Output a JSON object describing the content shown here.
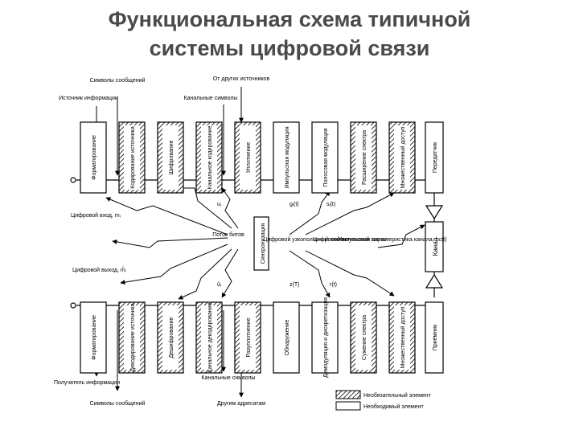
{
  "title": {
    "line1": "Функциональная схема типичной",
    "line2": "системы цифровой связи"
  },
  "transmitter_blocks": [
    {
      "label": "Форматирование",
      "optional": false
    },
    {
      "label": "Кодирование источника",
      "optional": true
    },
    {
      "label": "Шифрование",
      "optional": true
    },
    {
      "label": "Канальное кодирование",
      "optional": true
    },
    {
      "label": "Уплотнение",
      "optional": true
    },
    {
      "label": "Импульсная модуляция",
      "optional": false
    },
    {
      "label": "Полосовая модуляция",
      "optional": false
    },
    {
      "label": "Расширение спектра",
      "optional": true
    },
    {
      "label": "Множественный доступ",
      "optional": true
    },
    {
      "label": "Передатчик",
      "optional": false
    }
  ],
  "receiver_blocks": [
    {
      "label": "Форматирование",
      "optional": false
    },
    {
      "label": "Декодирование источника",
      "optional": true
    },
    {
      "label": "Дешифрование",
      "optional": true
    },
    {
      "label": "Канальное декодирование",
      "optional": true
    },
    {
      "label": "Разуплотнение",
      "optional": true
    },
    {
      "label": "Обнаружение",
      "optional": false
    },
    {
      "label": "Демодуляция и дискретизация",
      "optional": false
    },
    {
      "label": "Сужение спектра",
      "optional": true
    },
    {
      "label": "Множественный доступ",
      "optional": true
    },
    {
      "label": "Приёмник",
      "optional": false
    }
  ],
  "sync_block": "Синхронизация",
  "channel_label": "Канал",
  "labels": {
    "symbols_top": "Символы сообщений",
    "from_other_top": "От других источников",
    "info_source": "Источник информации",
    "channel_symbols_top": "Канальные символы",
    "digital_input": "Цифровой вход, mᵢ",
    "digital_output": "Цифровой выход, m̂ᵢ",
    "bit_stream": "Поток битов",
    "digital_baseband": "Цифровой узкополосный сигнал",
    "digital_bandpass": "Цифровой полосовой сигнал",
    "impulse_response": "Импульсная характеристика канала, hc(t)",
    "info_receiver": "Получатель информации",
    "symbols_bottom": "Символы сообщений",
    "channel_symbols_bottom": "Канальные символы",
    "to_other_bottom": "Другим адресатам",
    "u_i": "uᵢ",
    "u_hat_i": "ûᵢ",
    "g_t": "gᵢ(t)",
    "s_t": "sᵢ(t)",
    "z_T": "z(T)",
    "r_t": "r(t)"
  },
  "legend": {
    "optional": "Необязательный элемент",
    "required": "Необходимый элемент"
  }
}
